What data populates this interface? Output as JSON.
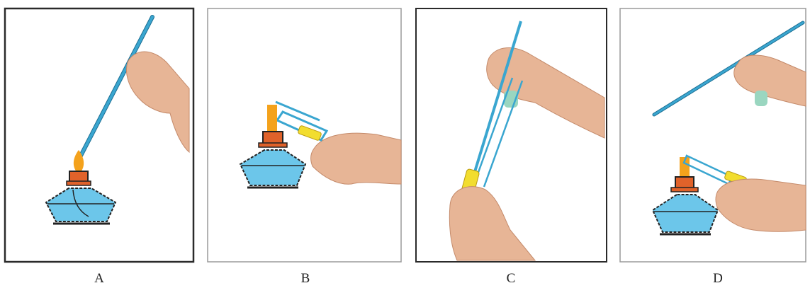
{
  "panels": [
    {
      "label": "A"
    },
    {
      "label": "B"
    },
    {
      "label": "C"
    },
    {
      "label": "D"
    }
  ],
  "colors": {
    "frame": "#2a2a2a",
    "rod": "#3aa6d0",
    "flame": "#f4a21c",
    "wick_holder": "#e0622a",
    "lamp_liquid": "#6cc6ea",
    "skin": "#e7b596",
    "test_tube_holder": "#f2dd2f",
    "tube_liquid": "#9ad6c0"
  }
}
